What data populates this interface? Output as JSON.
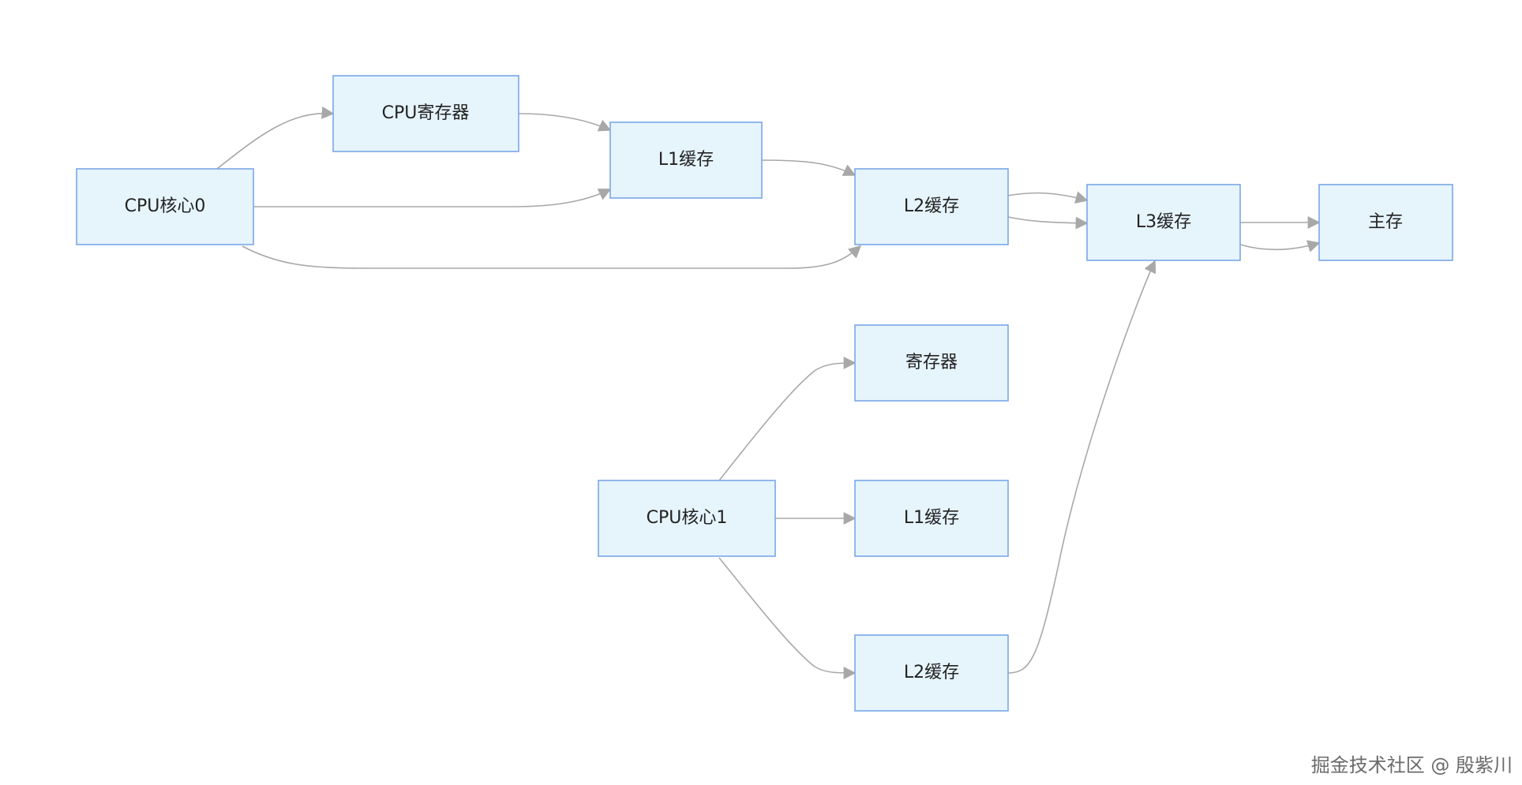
{
  "diagram": {
    "nodes": [
      {
        "id": "cpu_core0",
        "label": "CPU核心0"
      },
      {
        "id": "cpu_reg",
        "label": "CPU寄存器"
      },
      {
        "id": "l1_a",
        "label": "L1缓存"
      },
      {
        "id": "l2_a",
        "label": "L2缓存"
      },
      {
        "id": "l3",
        "label": "L3缓存"
      },
      {
        "id": "main_mem",
        "label": "主存"
      },
      {
        "id": "reg_b",
        "label": "寄存器"
      },
      {
        "id": "cpu_core1",
        "label": "CPU核心1"
      },
      {
        "id": "l1_b",
        "label": "L1缓存"
      },
      {
        "id": "l2_b",
        "label": "L2缓存"
      }
    ],
    "edges": [
      {
        "from": "cpu_core0",
        "to": "cpu_reg"
      },
      {
        "from": "cpu_reg",
        "to": "l1_a"
      },
      {
        "from": "cpu_core0",
        "to": "l1_a"
      },
      {
        "from": "l1_a",
        "to": "l2_a"
      },
      {
        "from": "cpu_core0",
        "to": "l2_a"
      },
      {
        "from": "l2_a",
        "to": "l3"
      },
      {
        "from": "l2_a",
        "to": "l3"
      },
      {
        "from": "l3",
        "to": "main_mem"
      },
      {
        "from": "l3",
        "to": "main_mem"
      },
      {
        "from": "cpu_core1",
        "to": "reg_b"
      },
      {
        "from": "cpu_core1",
        "to": "l1_b"
      },
      {
        "from": "cpu_core1",
        "to": "l2_b"
      },
      {
        "from": "l2_b",
        "to": "l3"
      }
    ]
  },
  "watermark": "掘金技术社区 @ 殷紫川"
}
